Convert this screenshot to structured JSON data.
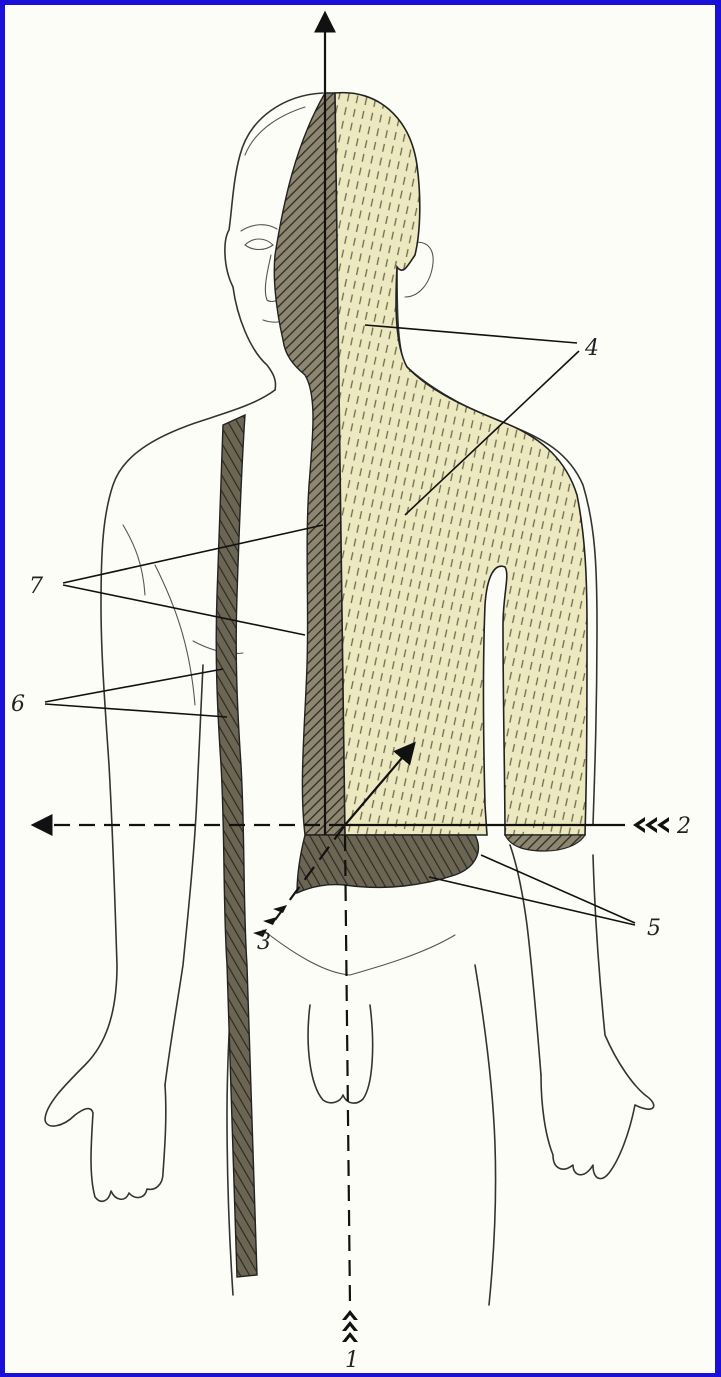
{
  "colors": {
    "frame": "#1a10d8",
    "paper": "#fdfdf8",
    "sagittal_fill": "#ece8bf",
    "frontal_fill": "#9a9379",
    "hatch_dark": "#2e2a22"
  },
  "labels": {
    "axis_1": "1",
    "axis_2": "2",
    "axis_3": "3",
    "plane_4": "4",
    "plane_5": "5",
    "plane_6": "6",
    "plane_7": "7"
  }
}
